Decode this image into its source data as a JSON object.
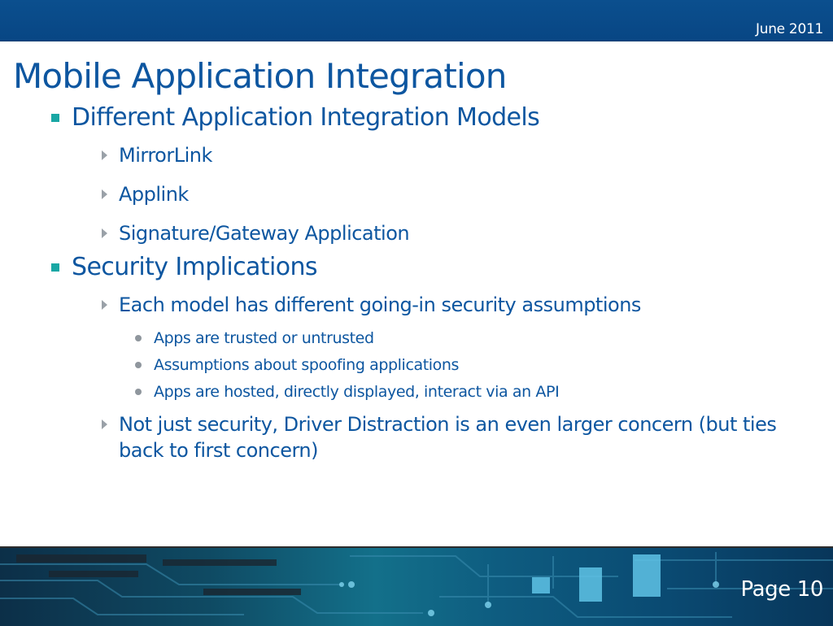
{
  "header": {
    "date": "June 2011"
  },
  "slide": {
    "title": "Mobile Application Integration",
    "sections": [
      {
        "heading": "Different Application Integration Models",
        "items": [
          {
            "text": "MirrorLink"
          },
          {
            "text": "Applink"
          },
          {
            "text": "Signature/Gateway Application"
          }
        ]
      },
      {
        "heading": "Security Implications",
        "items": [
          {
            "text": "Each model has different going-in security assumptions",
            "subitems": [
              "Apps are trusted or untrusted",
              "Assumptions about spoofing applications",
              "Apps are hosted, directly displayed, interact via an API"
            ]
          },
          {
            "text": "Not just security, Driver Distraction is an even larger concern (but ties back to first concern)"
          }
        ]
      }
    ]
  },
  "footer": {
    "page": "Page 10"
  },
  "colors": {
    "header_bar": "#0b4f8e",
    "text": "#0d56a0",
    "level1_bullet": "#19a7a4",
    "level2_bullet": "#9aa1a8"
  },
  "icons": {
    "level1_bullet": "square-bullet-icon",
    "level2_bullet": "triangle-bullet-icon",
    "level3_bullet": "dot-bullet-icon"
  }
}
